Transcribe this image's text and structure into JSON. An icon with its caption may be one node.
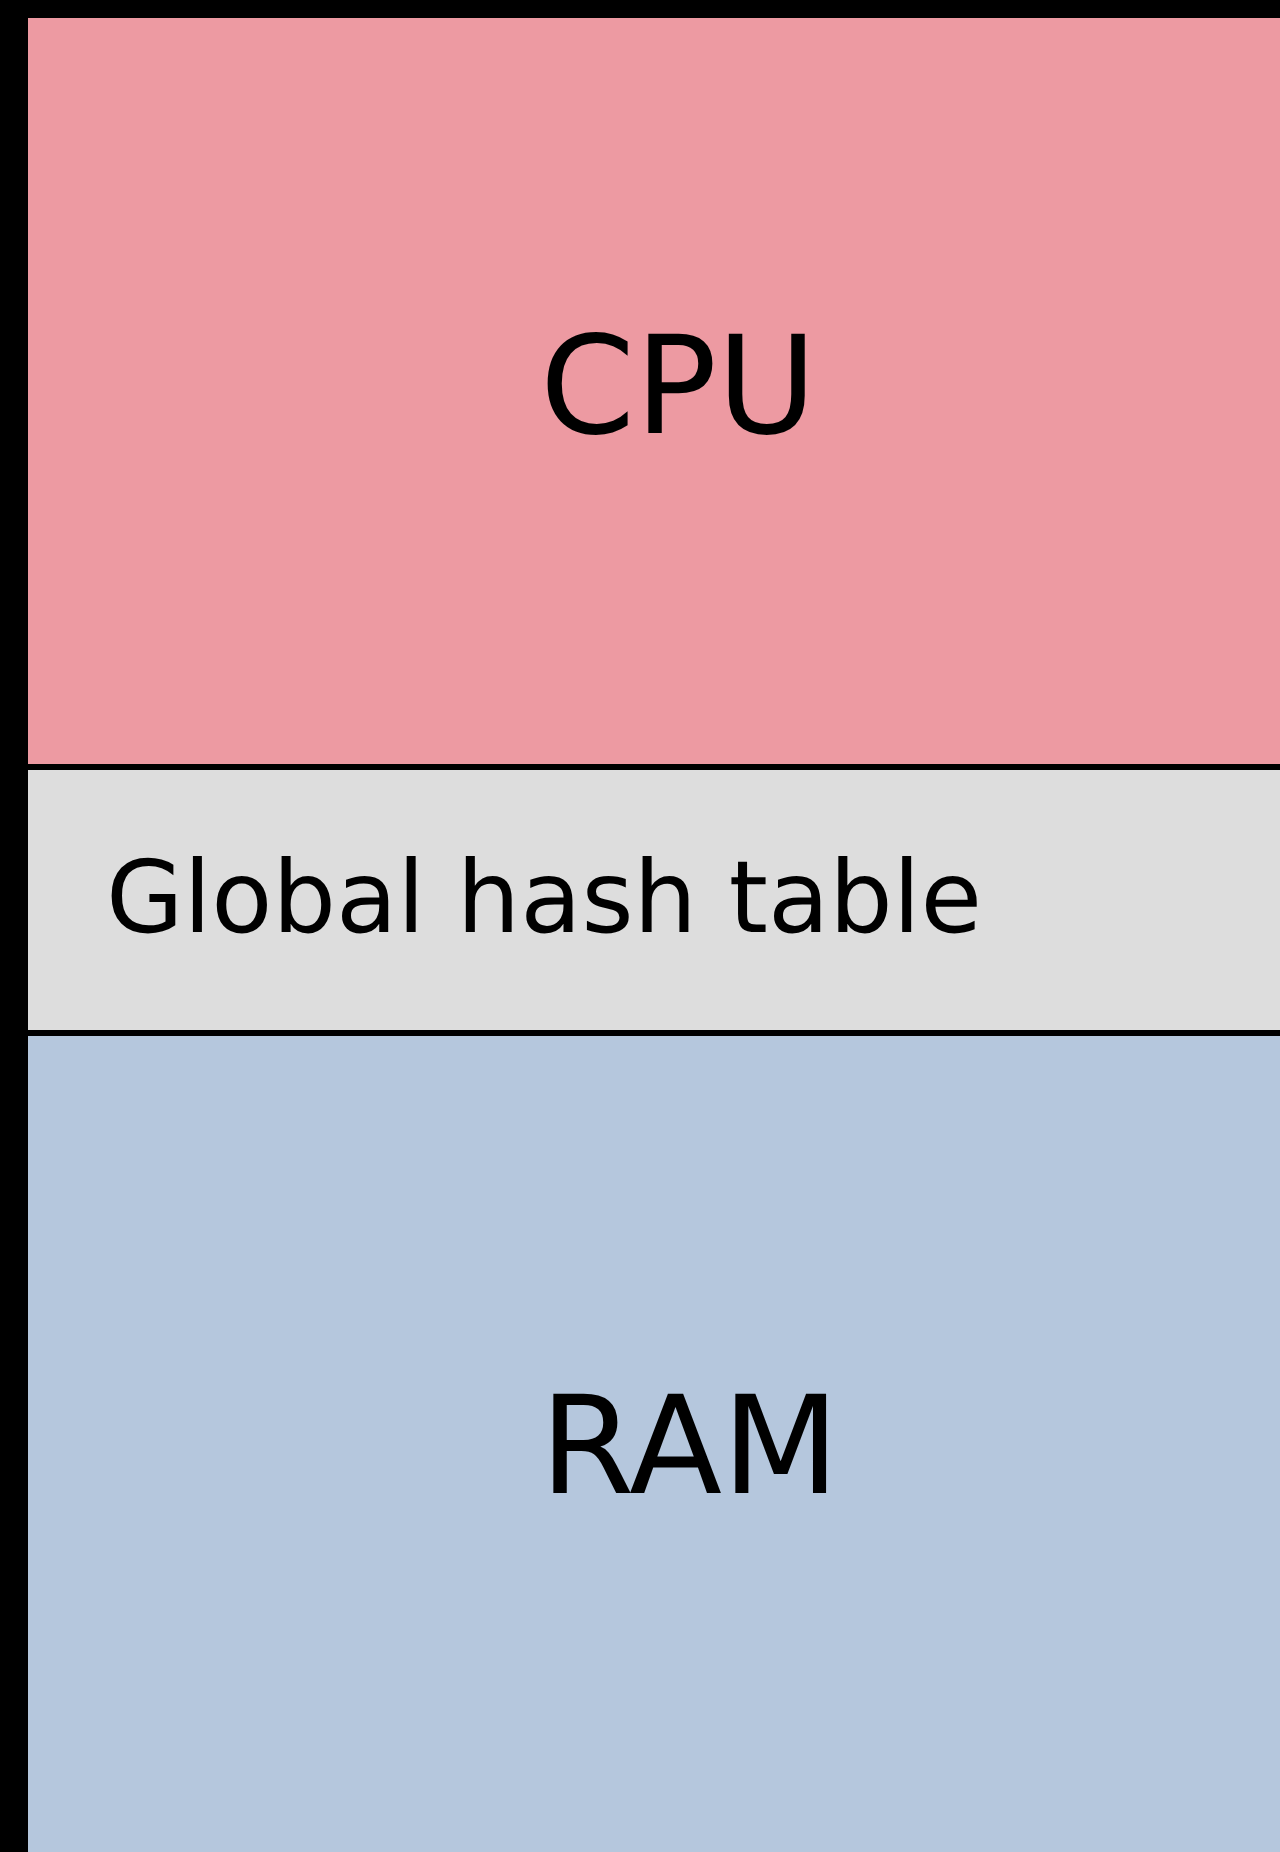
{
  "diagram": {
    "nodes": [
      {
        "text": [
          "CPU"
        ]
      },
      {
        "text": [
          "Global hash table"
        ]
      },
      {
        "text": [
          "RAM"
        ]
      }
    ]
  }
}
